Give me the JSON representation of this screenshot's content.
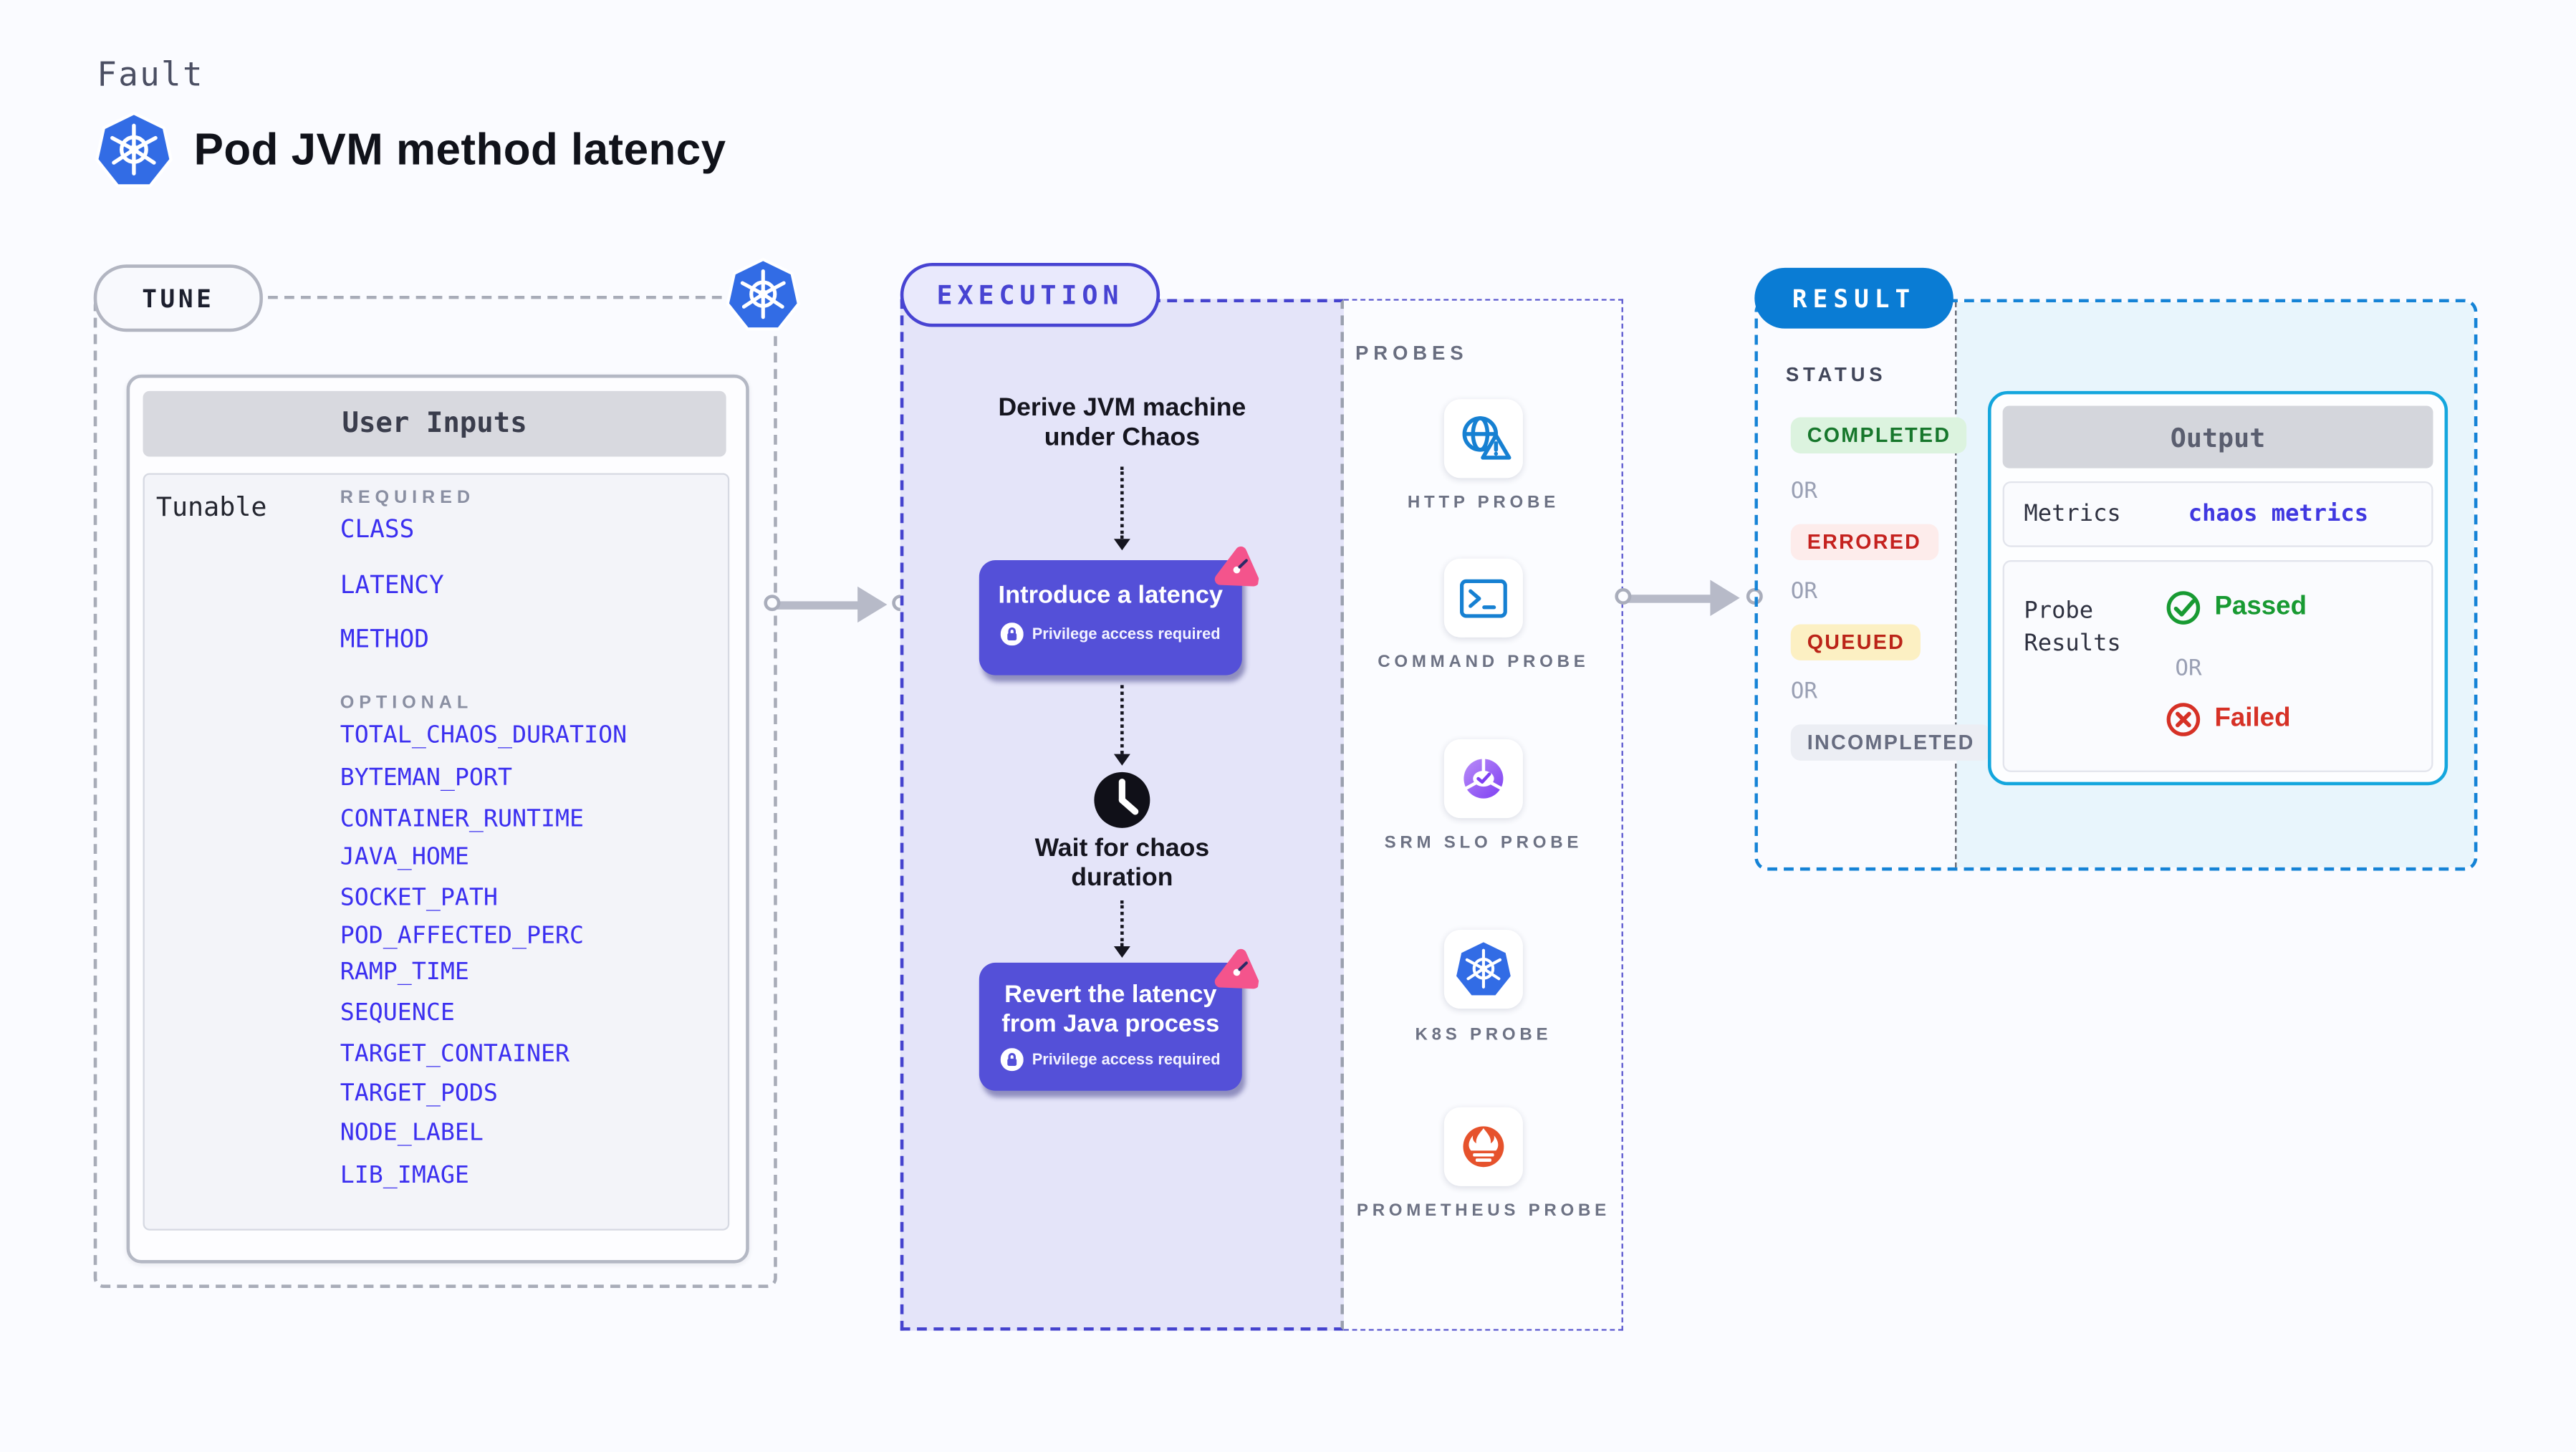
{
  "header": {
    "kicker": "Fault",
    "title": "Pod JVM method latency"
  },
  "tune": {
    "pill": "TUNE",
    "card_title": "User Inputs",
    "row_label": "Tunable",
    "required_heading": "REQUIRED",
    "optional_heading": "OPTIONAL",
    "required_params": [
      "CLASS",
      "LATENCY",
      "METHOD"
    ],
    "optional_params": [
      "TOTAL_CHAOS_DURATION",
      "BYTEMAN_PORT",
      "CONTAINER_RUNTIME",
      "JAVA_HOME",
      "SOCKET_PATH",
      "POD_AFFECTED_PERC",
      "RAMP_TIME",
      "SEQUENCE",
      "TARGET_CONTAINER",
      "TARGET_PODS",
      "NODE_LABEL",
      "LIB_IMAGE"
    ]
  },
  "execution": {
    "pill": "EXECUTION",
    "derive_line1": "Derive JVM machine",
    "derive_line2": "under Chaos",
    "introduce_label": "Introduce a latency",
    "wait_line1": "Wait for chaos",
    "wait_line2": "duration",
    "revert_line1": "Revert the latency",
    "revert_line2": "from Java process",
    "privilege_note": "Privilege access required"
  },
  "probes": {
    "heading": "PROBES",
    "items": [
      {
        "label": "HTTP PROBE",
        "icon": "globe-alert-icon"
      },
      {
        "label": "COMMAND PROBE",
        "icon": "terminal-icon"
      },
      {
        "label": "SRM SLO PROBE",
        "icon": "slo-pie-icon"
      },
      {
        "label": "K8S PROBE",
        "icon": "kubernetes-icon"
      },
      {
        "label": "PROMETHEUS PROBE",
        "icon": "prometheus-icon"
      }
    ]
  },
  "result": {
    "pill": "RESULT",
    "status_heading": "STATUS",
    "or_label": "OR",
    "statuses": [
      "COMPLETED",
      "ERRORED",
      "QUEUED",
      "INCOMPLETED"
    ],
    "output": {
      "title": "Output",
      "metrics_label": "Metrics",
      "metrics_value": "chaos metrics",
      "probe_results_line1": "Probe",
      "probe_results_line2": "Results",
      "passed_label": "Passed",
      "failed_label": "Failed"
    }
  },
  "colors": {
    "kubernetes_blue": "#326ce5",
    "accent_indigo": "#4743d2",
    "chaos_button_purple": "#5450d8",
    "pink_badge": "#f4548c",
    "result_pill_blue": "#0a7cd4",
    "output_border_cyan": "#13a6dd",
    "param_blue": "#3b2ff0",
    "completed_green": "#17772c",
    "errored_red": "#c5221f",
    "queued_amber_text": "#bb2418",
    "incompleted_gray": "#676c80",
    "passed_green": "#189a32",
    "failed_red": "#d63126",
    "prometheus_orange": "#e6522c",
    "slo_purple": "#9b63f3",
    "probe_icon_blue": "#1680d2"
  }
}
